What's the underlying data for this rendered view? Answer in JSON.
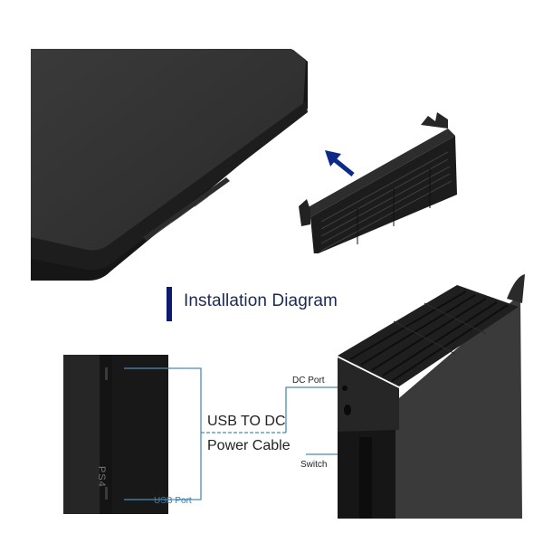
{
  "diagram": {
    "title": "Installation Diagram",
    "accent_color": "#0d1a6e",
    "line_color": "#4a8bb5",
    "cable_label_line1": "USB TO DC",
    "cable_label_line2": "Power Cable",
    "port_labels": {
      "usb_port": "USB Port",
      "dc_port": "DC Port",
      "switch": "Switch"
    },
    "console_marking": "PS4",
    "illustrations": [
      {
        "name": "console-top-view",
        "description": "PS4 slim console corner"
      },
      {
        "name": "cooling-fan-unit",
        "description": "Rear cooling fan attachment"
      },
      {
        "name": "insert-arrow",
        "direction": "up-left"
      },
      {
        "name": "console-side-usb",
        "description": "Console side with USB port"
      },
      {
        "name": "console-with-fan-installed",
        "description": "Console with fan attached showing DC port and switch"
      }
    ]
  }
}
